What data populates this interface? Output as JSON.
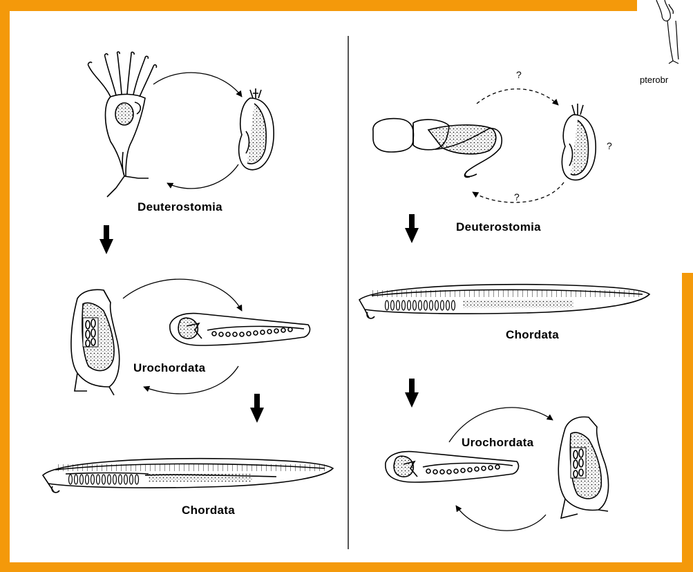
{
  "left_panel": {
    "label_deuterostomia": "Deuterostomia",
    "label_urochordata": "Urochordata",
    "label_chordata": "Chordata"
  },
  "right_panel": {
    "label_deuterostomia": "Deuterostomia",
    "label_chordata": "Chordata",
    "label_urochordata": "Urochordata",
    "question_marks": [
      "?",
      "?",
      "?"
    ]
  },
  "inset": {
    "caption": "pterobr"
  },
  "colors": {
    "border": "#f4990a",
    "background_outer": "#0b4a0b",
    "panel": "#ffffff",
    "ink": "#000000",
    "divider": "#555555"
  }
}
